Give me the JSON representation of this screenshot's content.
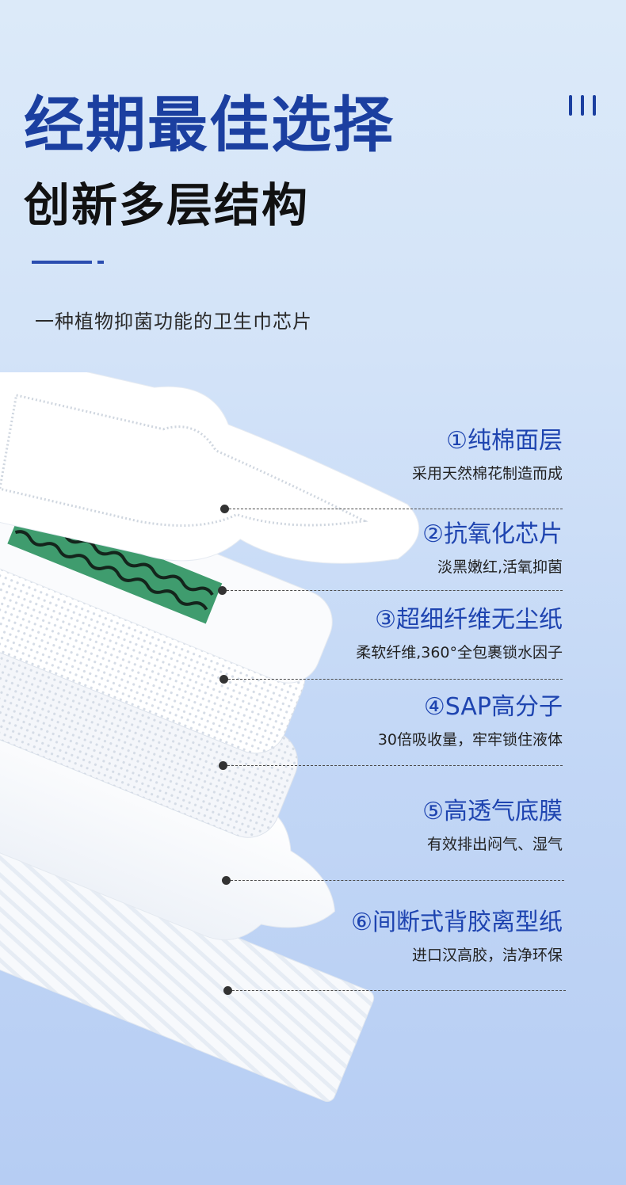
{
  "header": {
    "title": "经期最佳选择",
    "subtitle": "创新多层结构",
    "description": "一种植物抑菌功能的卫生巾芯片"
  },
  "layers": [
    {
      "name": "①纯棉面层",
      "detail": "采用天然棉花制造而成"
    },
    {
      "name": "②抗氧化芯片",
      "detail": "淡黑嫩红,活氧抑菌"
    },
    {
      "name": "③超细纤维无尘纸",
      "detail": "柔软纤维,360°全包裹锁水因子"
    },
    {
      "name": "④SAP高分子",
      "detail": "30倍吸收量，牢牢锁住液体"
    },
    {
      "name": "⑤高透气底膜",
      "detail": "有效排出闷气、湿气"
    },
    {
      "name": "⑥间断式背胶离型纸",
      "detail": "进口汉高胶，洁净环保"
    }
  ],
  "colors": {
    "accent": "#1b3fa0",
    "chip_green": "#3f9c6e"
  }
}
